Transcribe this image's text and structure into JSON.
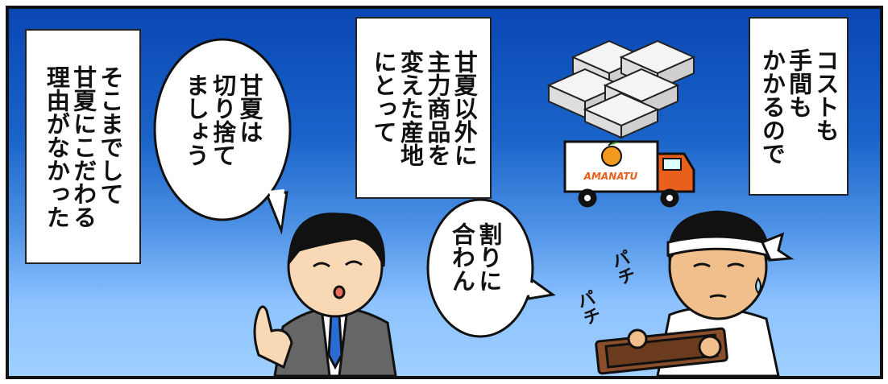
{
  "captions": {
    "left": "そこまでして\n甘夏にこだわる\n理由がなかった",
    "middle": "甘夏以外に\n主力商品を\n変えた産地\nにとって",
    "right": "コストも\n手間も\nかかるので"
  },
  "bubbles": {
    "salesman": "甘夏は\n切り捨て\nましょう",
    "farmer": "割りに\n合わん"
  },
  "sfx": {
    "abacus_1": "パチ",
    "abacus_2": "パチ"
  },
  "truck": {
    "logo_text": "AMANATU"
  },
  "colors": {
    "sky_top": "#0a47b4",
    "sky_bottom": "#9fd0ff",
    "truck_cab": "#e8601c",
    "logo": "#e8601c"
  }
}
